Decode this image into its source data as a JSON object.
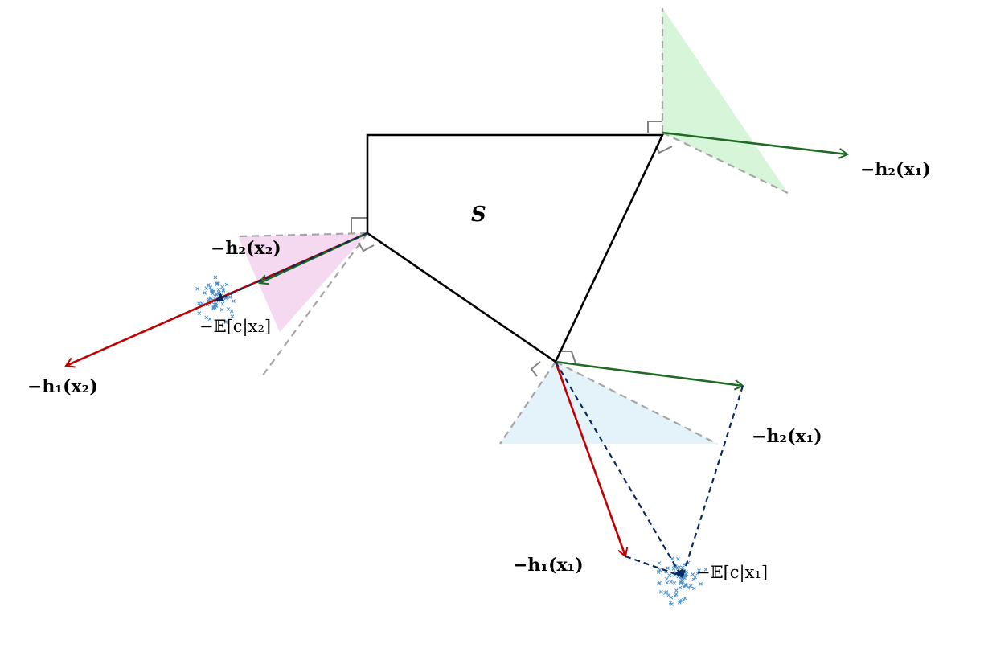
{
  "set_label": "S",
  "labels": {
    "h2_x1_top": "−h₂(x₁)",
    "h2_x2": "−h₂(x₂)",
    "exp_x2": "−𝔼[c|x₂]",
    "h1_x2": "−h₁(x₂)",
    "h2_x1_bottom": "−h₂(x₁)",
    "h1_x1": "−h₁(x₁)",
    "exp_x1": "−𝔼[c|x₁]"
  },
  "colors": {
    "polygon": "#000000",
    "red_arrow": "#c00000",
    "green_arrow": "#1f6b25",
    "navy_dashed": "#0a2a5c",
    "gray_dashed": "#a6a6a6",
    "cone_green": "#d6f5d9",
    "cone_pink": "#f4d9f0",
    "cone_blue": "#e4f2fa",
    "samples": "#4a90c9"
  }
}
